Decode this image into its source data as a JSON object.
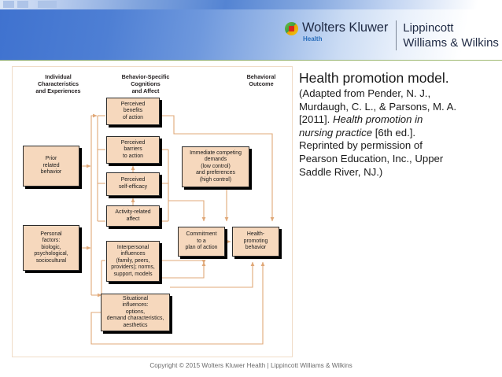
{
  "header": {
    "brand_name": "Wolters Kluwer",
    "brand_unit": "Health",
    "imprint_line1": "Lippincott",
    "imprint_line2": "Williams & Wilkins",
    "accent_blue": "#3f72cf",
    "accent_green": "#8fae5a",
    "logo_icon": "wolters-kluwer-mark"
  },
  "caption": {
    "title": "Health promotion model.",
    "line1": "(Adapted from Pender, N. J.,",
    "line2": "Murdaugh, C. L., & Parsons, M. A.",
    "line3_plain": "[2011]. ",
    "line3_italic": "Health promotion in",
    "line4_italic": "nursing practice",
    "line4_plain": " [6th ed.].",
    "line5": "Reprinted by permission of",
    "line6": "Pearson Education, Inc., Upper",
    "line7": "Saddle River, NJ.)"
  },
  "figure": {
    "box_fill": "#f6d8bd",
    "box_border": "#2b2b2b",
    "wire_color": "#e0a878",
    "column_headers": [
      {
        "id": "individual",
        "text": "Individual\nCharacteristics\nand Experiences"
      },
      {
        "id": "cognitions",
        "text": "Behavior-Specific\nCognitions\nand Affect"
      },
      {
        "id": "outcome",
        "text": "Behavioral\nOutcome"
      }
    ],
    "nodes": [
      {
        "id": "prior",
        "text": "Prior\nrelated\nbehavior"
      },
      {
        "id": "personal",
        "text": "Personal\nfactors:\nbiologic,\npsychological,\nsociocultural"
      },
      {
        "id": "benefits",
        "text": "Perceived\nbenefits\nof action"
      },
      {
        "id": "barriers",
        "text": "Perceived\nbarriers\nto action"
      },
      {
        "id": "efficacy",
        "text": "Perceived\nself-efficacy"
      },
      {
        "id": "affect",
        "text": "Activity-related\naffect"
      },
      {
        "id": "interpersonal",
        "text": "Interpersonal\ninfluences\n(family, peers,\nproviders); norms,\nsupport, models"
      },
      {
        "id": "situational",
        "text": "Situational\ninfluences:\noptions,\ndemand characteristics,\naesthetics"
      },
      {
        "id": "competing",
        "text": "Immediate competing\ndemands\n(low control)\nand preferences\n(high control)"
      },
      {
        "id": "commitment",
        "text": "Commitment\nto a\nplan of action"
      },
      {
        "id": "health",
        "text": "Health-\npromoting\nbehavior"
      }
    ]
  },
  "footer": {
    "copyright": "Copyright © 2015 Wolters Kluwer Health | Lippincott Williams & Wilkins"
  }
}
